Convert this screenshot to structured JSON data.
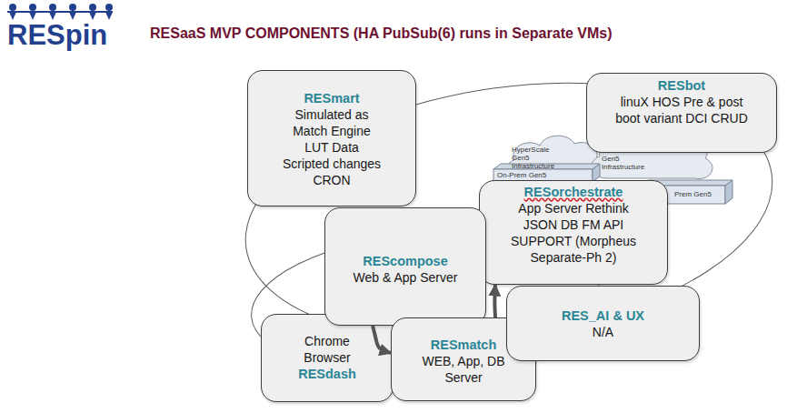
{
  "diagram": {
    "title": "RESaaS MVP COMPONENTS (HA PubSub(6) runs in Separate VMs)",
    "nodes": [
      {
        "text": [
          "RESmart",
          "Simulated as Match Engine LUT Data Scripted changes CRON"
        ]
      },
      {
        "text": [
          "RESbot",
          "linuX HOS Pre & post boot variant DCI CRUD"
        ]
      },
      {
        "text": [
          "RESorchestrate",
          "App Server Rethink JSON DB FM API SUPPORT (Morpheus Separate-Ph 2)"
        ]
      },
      {
        "text": [
          "REScompose",
          "Web & App Server"
        ]
      },
      {
        "text": [
          "RES_AI & UX",
          "N/A"
        ]
      },
      {
        "text": [
          "Chrome Browser",
          "RESdash"
        ]
      },
      {
        "text": [
          "RESmatch",
          "WEB, App, DB Server"
        ]
      }
    ],
    "edges": [
      {
        "from": 3,
        "to": 6,
        "arrow": "to"
      },
      {
        "from": 6,
        "to": 2,
        "arrow": "to"
      }
    ],
    "labels": [
      "RESpin",
      "HyperScale Gen5 Infrastructure",
      "On-Prem Gen5",
      "Gen5 Infrastructure",
      "Prem Gen5"
    ]
  }
}
